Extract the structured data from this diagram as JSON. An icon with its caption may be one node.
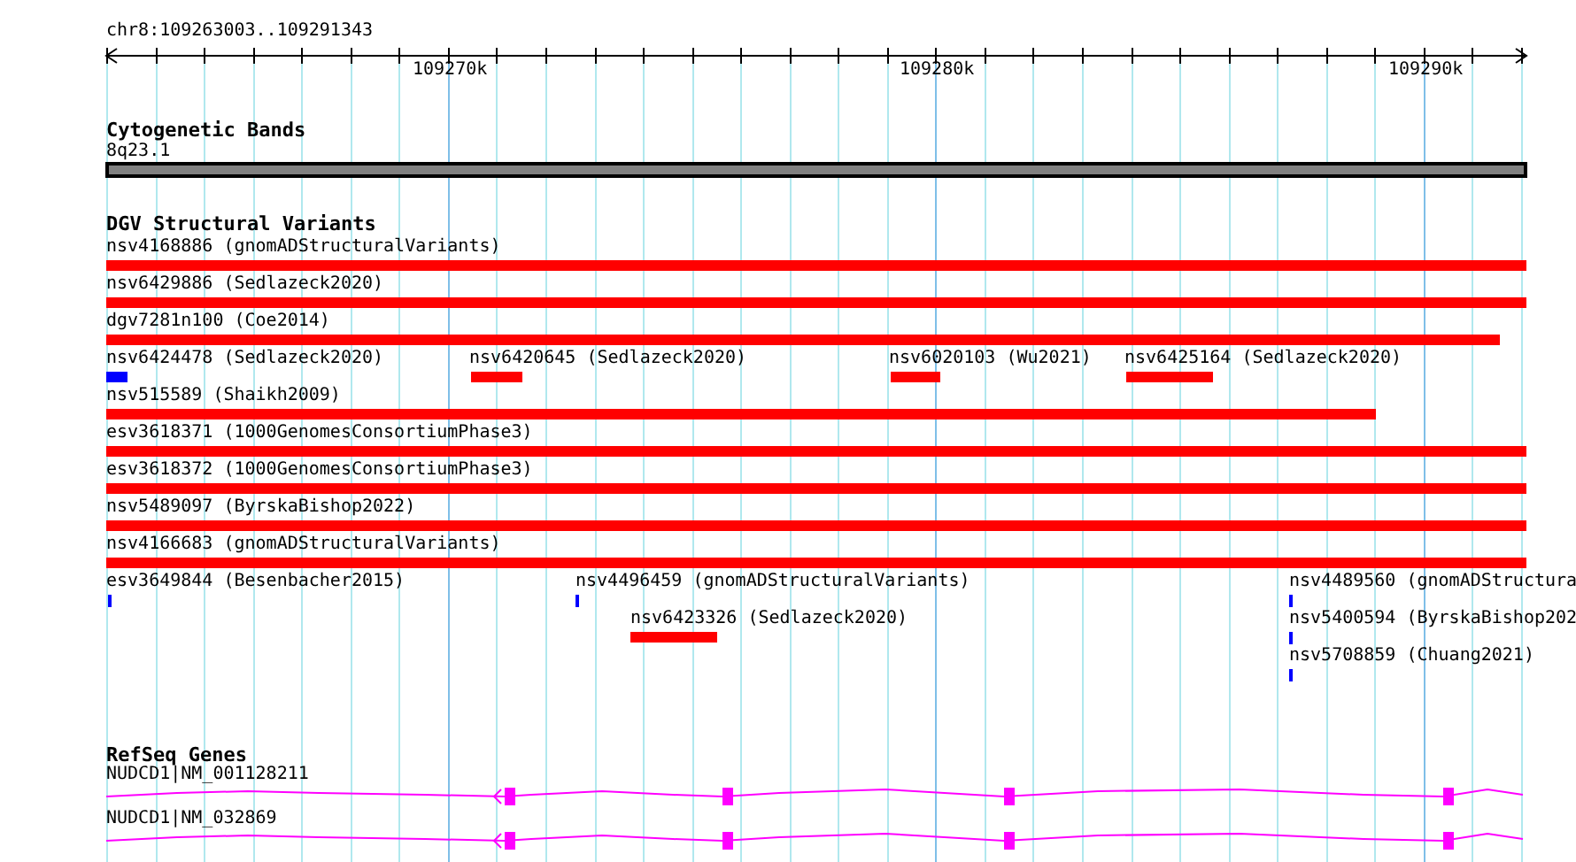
{
  "diagram": {
    "labels": [
      "chr8:109263003..109291343",
      "109270k",
      "109280k",
      "109290k",
      "Cytogenetic Bands",
      "8q23.1",
      "DGV Structural Variants",
      "nsv4168886 (gnomADStructuralVariants)",
      "nsv6429886 (Sedlazeck2020)",
      "dgv7281n100 (Coe2014)",
      "nsv6424478 (Sedlazeck2020)",
      "nsv6420645 (Sedlazeck2020)",
      "nsv6020103 (Wu2021)",
      "nsv6425164 (Sedlazeck2020)",
      "nsv515589 (Shaikh2009)",
      "esv3618371 (1000GenomesConsortiumPhase3)",
      "esv3618372 (1000GenomesConsortiumPhase3)",
      "nsv5489097 (ByrskaBishop2022)",
      "nsv4166683 (gnomADStructuralVariants)",
      "esv3649844 (Besenbacher2015)",
      "nsv4496459 (gnomADStructuralVariants)",
      "nsv4489560 (gnomADStructura",
      "nsv6423326 (Sedlazeck2020)",
      "nsv5400594 (ByrskaBishop202",
      "nsv5708859 (Chuang2021)",
      "RefSeq Genes",
      "NUDCD1|NM_001128211",
      "NUDCD1|NM_032869"
    ]
  }
}
